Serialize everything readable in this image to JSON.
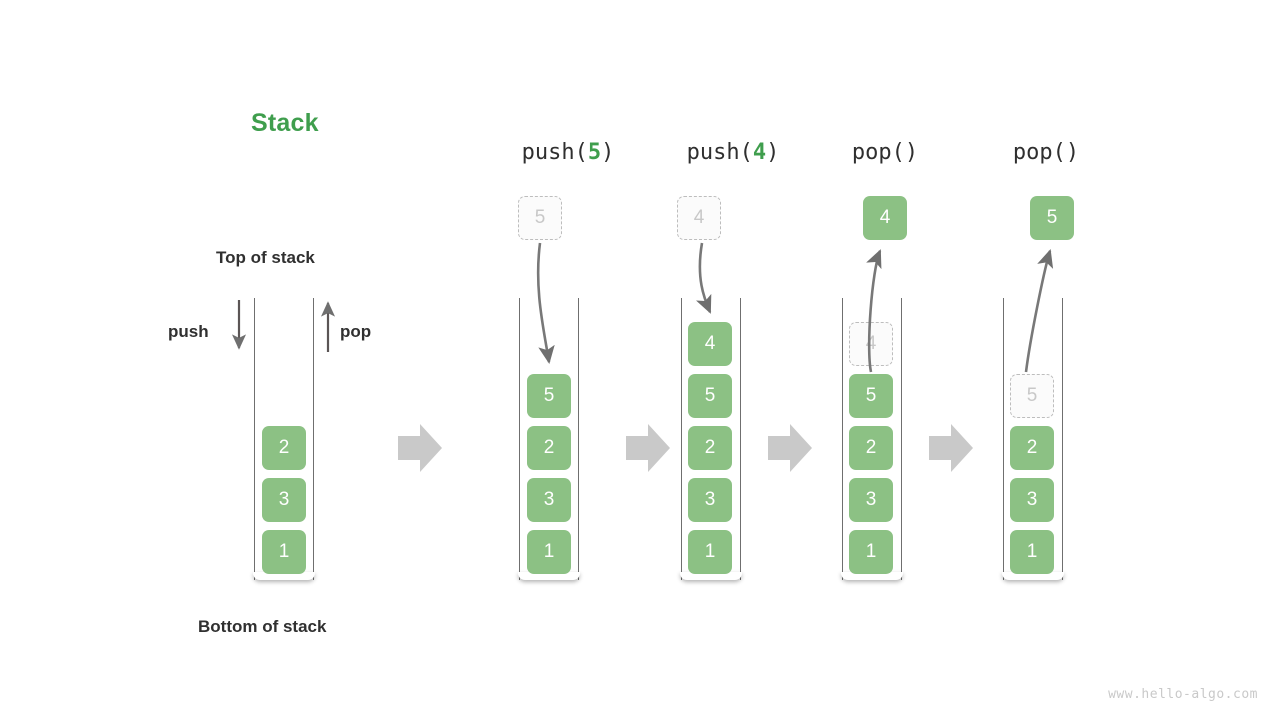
{
  "title": "Stack",
  "labels": {
    "top_of_stack": "Top of stack",
    "bottom_of_stack": "Bottom of stack",
    "push": "push",
    "pop": "pop"
  },
  "watermark": "www.hello-algo.com",
  "colors": {
    "cell_fill": "#8cc184",
    "cell_text": "#ffffff",
    "title_green": "#3f9e4d",
    "ghost_border": "#bdbdbd",
    "ghost_text": "#c8c8c8",
    "wall": "#6f6f6f",
    "flow_arrow": "#c9c9c9",
    "curve_arrow": "#6f6f6f"
  },
  "initial_stack": {
    "cells": [
      "2",
      "3",
      "1"
    ]
  },
  "steps": [
    {
      "op_prefix": "push(",
      "op_arg": "5",
      "op_suffix": ")",
      "op_text": "push(5)",
      "incoming_ghost": "5",
      "outgoing_value": null,
      "ghost_in_stack": null,
      "cells": [
        "5",
        "2",
        "3",
        "1"
      ]
    },
    {
      "op_prefix": "push(",
      "op_arg": "4",
      "op_suffix": ")",
      "op_text": "push(4)",
      "incoming_ghost": "4",
      "outgoing_value": null,
      "ghost_in_stack": null,
      "cells": [
        "4",
        "5",
        "2",
        "3",
        "1"
      ]
    },
    {
      "op_prefix": "pop(",
      "op_arg": "",
      "op_suffix": ")",
      "op_text": "pop()",
      "incoming_ghost": null,
      "outgoing_value": "4",
      "ghost_in_stack": "4",
      "cells": [
        "5",
        "2",
        "3",
        "1"
      ]
    },
    {
      "op_prefix": "pop(",
      "op_arg": "",
      "op_suffix": ")",
      "op_text": "pop()",
      "incoming_ghost": null,
      "outgoing_value": "5",
      "ghost_in_stack": "5",
      "cells": [
        "2",
        "3",
        "1"
      ]
    }
  ]
}
